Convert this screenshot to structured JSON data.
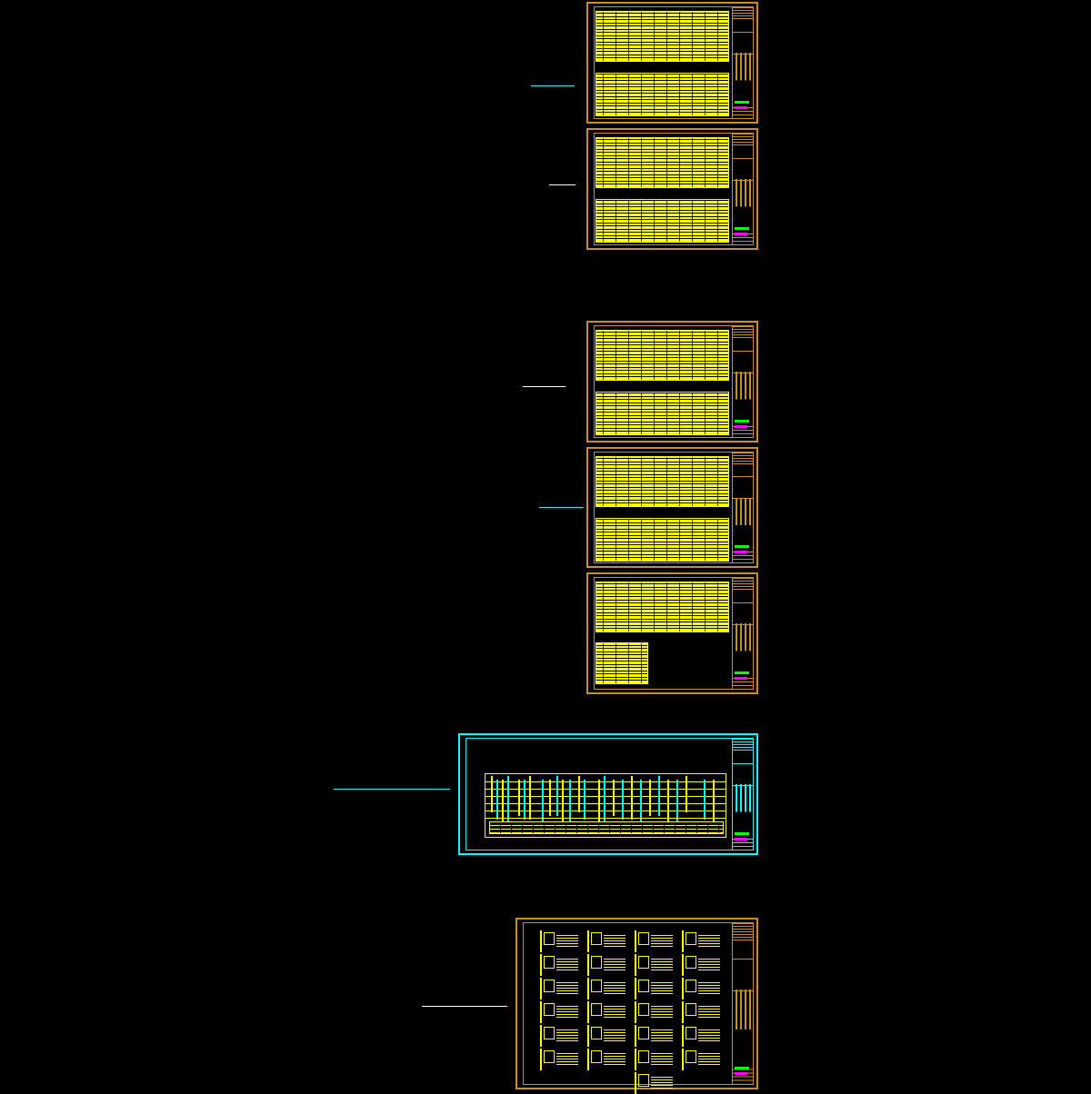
{
  "drawing": {
    "background": "#000000",
    "colors": {
      "frame": "#c8901e",
      "yellow": "#ffff00",
      "cyan": "#00ffff",
      "white": "#ffffff",
      "magenta": "#ff00ff",
      "green": "#00ff00"
    },
    "sheets": [
      {
        "id": "sheet-1",
        "kind": "table-sheet",
        "frame_color": "frame",
        "leader_color": "cyan",
        "tables": 2
      },
      {
        "id": "sheet-2",
        "kind": "table-sheet",
        "frame_color": "frame",
        "leader_color": "white",
        "tables": 2
      },
      {
        "id": "sheet-3",
        "kind": "table-sheet",
        "frame_color": "frame",
        "leader_color": "white",
        "tables": 2
      },
      {
        "id": "sheet-4",
        "kind": "table-sheet",
        "frame_color": "frame",
        "leader_color": "cyan",
        "tables": 2
      },
      {
        "id": "sheet-5",
        "kind": "table-sheet",
        "frame_color": "frame",
        "leader_color": null,
        "tables": 2
      },
      {
        "id": "sheet-6",
        "kind": "riser-diagram",
        "frame_color": "cyan",
        "leader_color": "cyan"
      },
      {
        "id": "sheet-7",
        "kind": "panel-schedule",
        "frame_color": "frame",
        "leader_color": "white",
        "panel_columns": [
          6,
          6,
          7,
          6
        ]
      }
    ]
  }
}
